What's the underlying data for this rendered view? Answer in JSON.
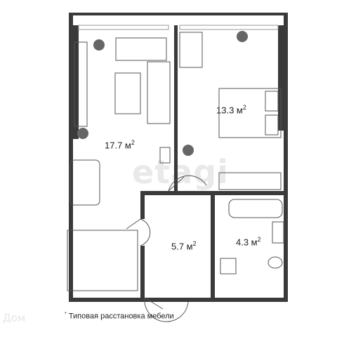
{
  "rooms": {
    "living": {
      "area": "17.7 м",
      "sup": "2"
    },
    "bedroom": {
      "area": "13.3 м",
      "sup": "2"
    },
    "hall": {
      "area": "5.7 м",
      "sup": "2"
    },
    "bath": {
      "area": "4.3 м",
      "sup": "2"
    }
  },
  "footnote": {
    "marker": "*",
    "text": "Типовая расстановка мебели"
  },
  "watermark": {
    "main": "etagi",
    "corner": "Дом"
  },
  "colors": {
    "wall": "#3a3a3a",
    "furniture_line": "#555555",
    "window": "#9a9a9a"
  }
}
